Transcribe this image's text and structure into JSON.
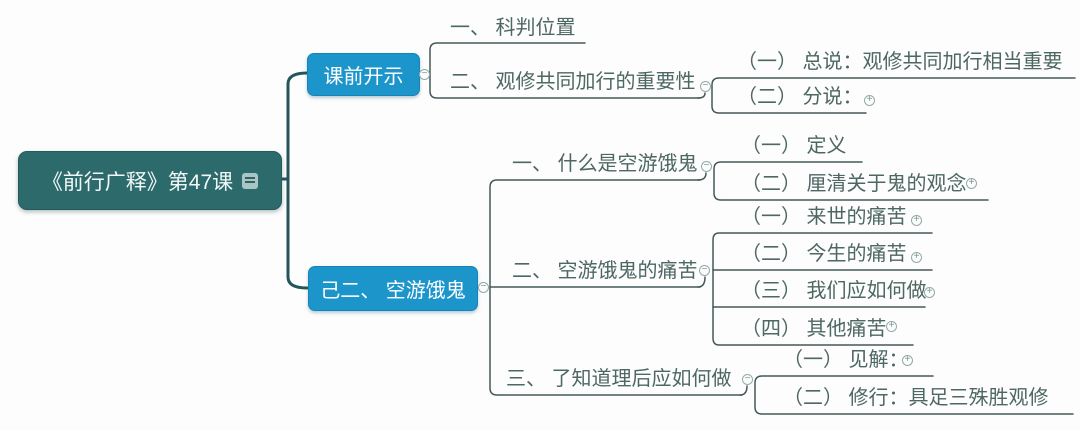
{
  "colors": {
    "background": "#fdfdfd",
    "root_fill": "#2d6a6c",
    "branch_fill": "#1c95cb",
    "line": "#44585a",
    "thick_line": "#24555b",
    "topic_text": "#4d6763"
  },
  "icons": {
    "collapse": "−",
    "expand": "+",
    "notes": "notes-icon"
  },
  "root": {
    "label": "《前行广释》第47课"
  },
  "branches": [
    {
      "label": "课前开示",
      "children": [
        {
          "label": "一、 科判位置"
        },
        {
          "label": "二、 观修共同加行的重要性",
          "children": [
            {
              "label": "（一） 总说：观修共同加行相当重要"
            },
            {
              "label": "（二） 分说："
            }
          ]
        }
      ]
    },
    {
      "label": "己二、 空游饿鬼",
      "children": [
        {
          "label": "一、 什么是空游饿鬼",
          "children": [
            {
              "label": "（一） 定义"
            },
            {
              "label": "（二） 厘清关于鬼的观念"
            }
          ]
        },
        {
          "label": "二、 空游饿鬼的痛苦",
          "children": [
            {
              "label": "（一） 来世的痛苦"
            },
            {
              "label": "（二） 今生的痛苦"
            },
            {
              "label": "（三） 我们应如何做"
            },
            {
              "label": "（四） 其他痛苦"
            }
          ]
        },
        {
          "label": "三、 了知道理后应如何做",
          "children": [
            {
              "label": "（一） 见解："
            },
            {
              "label": "（二） 修行：具足三殊胜观修"
            }
          ]
        }
      ]
    }
  ]
}
